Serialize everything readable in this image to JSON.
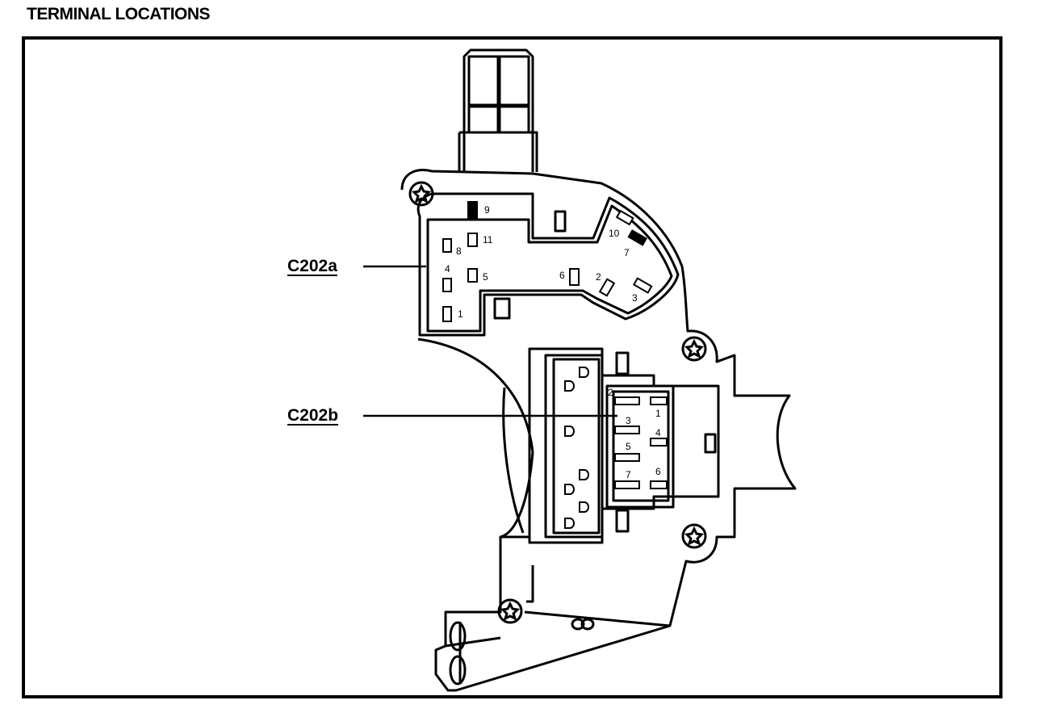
{
  "title": "TERMINAL LOCATIONS",
  "connectors": {
    "c202a": {
      "label": "C202a",
      "pins": [
        "9",
        "11",
        "8",
        "4",
        "5",
        "1",
        "6",
        "2",
        "10",
        "7",
        "3"
      ]
    },
    "c202b": {
      "label": "C202b",
      "pins": [
        "2",
        "1",
        "3",
        "4",
        "5",
        "7",
        "6"
      ]
    }
  }
}
